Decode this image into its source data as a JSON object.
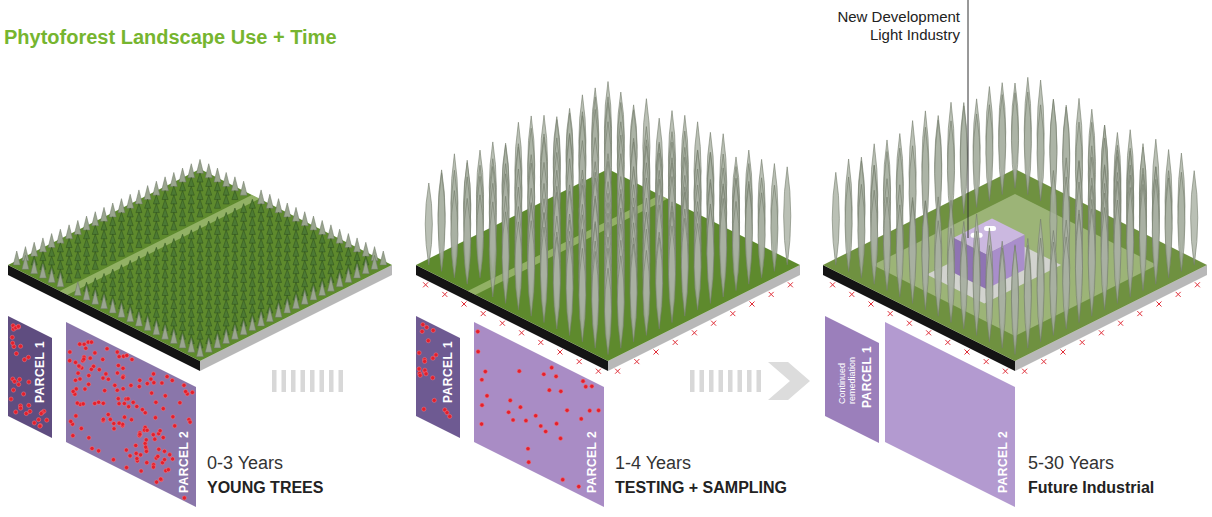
{
  "diagram": {
    "title": "Phytoforest Landscape Use + Time",
    "nodes": [
      {
        "text": [
          "PARCEL 1"
        ]
      },
      {
        "text": [
          "PARCEL 2"
        ]
      },
      {
        "text": [
          "PARCEL 1"
        ]
      },
      {
        "text": [
          "PARCEL 2"
        ]
      },
      {
        "text": [
          "Continued remediation",
          "PARCEL 1"
        ]
      },
      {
        "text": [
          "PARCEL 2"
        ]
      }
    ],
    "labels": [
      "New Development Light Industry",
      "0-3 Years",
      "YOUNG TREES",
      "1-4 Years",
      "TESTING + SAMPLING",
      "5-30 Years",
      "Future Industrial"
    ]
  }
}
